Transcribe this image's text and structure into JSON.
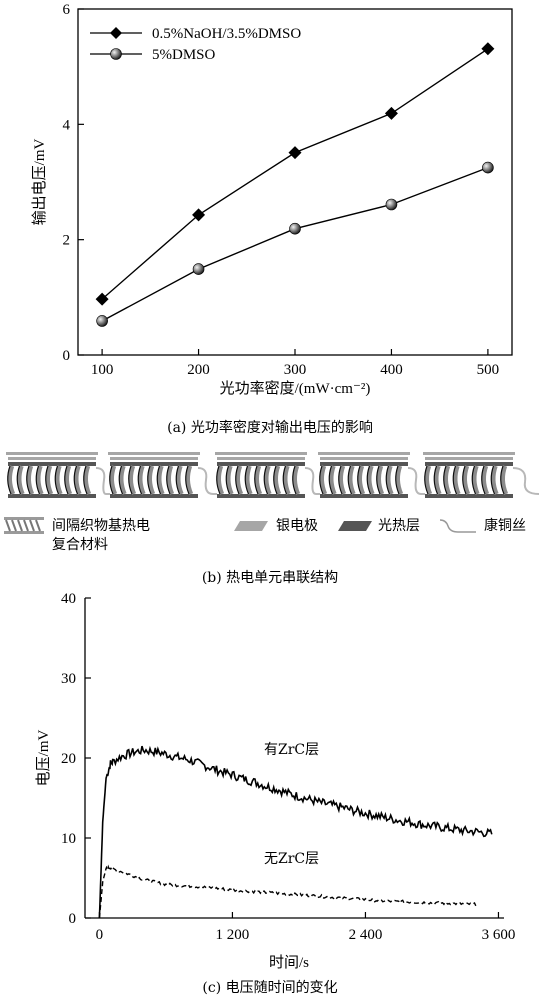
{
  "chart_data": [
    {
      "id": "a",
      "type": "line",
      "caption": "(a)  光功率密度对输出电压的影响",
      "xlabel": "光功率密度/(mW·cm⁻²)",
      "ylabel": "输出电压/mV",
      "xlim": [
        75,
        525
      ],
      "ylim": [
        0,
        6
      ],
      "xticks": [
        "100",
        "200",
        "300",
        "400",
        "500"
      ],
      "yticks": [
        "0",
        "2",
        "4",
        "6"
      ],
      "legend_position": "top-left",
      "x": [
        100,
        200,
        300,
        400,
        500
      ],
      "series": [
        {
          "name": "0.5%NaOH/3.5%DMSO",
          "marker": "diamond",
          "values": [
            0.97,
            2.43,
            3.51,
            4.19,
            5.31
          ]
        },
        {
          "name": "5%DMSO",
          "marker": "sphere",
          "values": [
            0.59,
            1.49,
            2.19,
            2.61,
            3.25
          ]
        }
      ]
    },
    {
      "id": "c",
      "type": "line",
      "caption": "(c)  电压随时间的变化",
      "xlabel": "时间/s",
      "ylabel": "电压/mV",
      "xlim": [
        -130,
        3650
      ],
      "ylim": [
        0,
        40
      ],
      "xticks": [
        "0",
        "1 200",
        "2 400",
        "3 600"
      ],
      "yticks": [
        "0",
        "10",
        "20",
        "30",
        "40"
      ],
      "series": [
        {
          "name": "有ZrC层",
          "style": "solid",
          "x": [
            0,
            30,
            60,
            100,
            150,
            200,
            300,
            400,
            500,
            600,
            700,
            800,
            900,
            1000,
            1100,
            1200,
            1300,
            1400,
            1500,
            1600,
            1700,
            1800,
            1900,
            2000,
            2100,
            2200,
            2300,
            2400,
            2500,
            2600,
            2700,
            2800,
            2900,
            3000,
            3100,
            3200,
            3300,
            3400,
            3500,
            3550
          ],
          "values": [
            0,
            12,
            17.5,
            19.3,
            19.8,
            20.2,
            20.7,
            21.0,
            20.8,
            20.5,
            20.1,
            19.8,
            19.3,
            18.8,
            18.3,
            17.9,
            17.4,
            17.0,
            16.5,
            16.1,
            15.6,
            15.2,
            14.8,
            14.4,
            14.1,
            13.8,
            13.4,
            13.1,
            12.8,
            12.5,
            12.2,
            12.0,
            11.7,
            11.5,
            11.3,
            11.1,
            10.9,
            10.8,
            10.6,
            10.5
          ]
        },
        {
          "name": "无ZrC层",
          "style": "dashed",
          "x": [
            0,
            30,
            60,
            100,
            150,
            200,
            300,
            400,
            500,
            600,
            800,
            1000,
            1200,
            1400,
            1600,
            1800,
            2000,
            2200,
            2400,
            2600,
            2800,
            3000,
            3200,
            3400
          ],
          "values": [
            0,
            4.5,
            6.2,
            6.3,
            6.0,
            5.8,
            5.3,
            4.8,
            4.5,
            4.2,
            4.0,
            3.8,
            3.5,
            3.3,
            3.1,
            2.9,
            2.7,
            2.5,
            2.3,
            2.1,
            2.0,
            1.9,
            1.8,
            1.7
          ]
        }
      ]
    }
  ],
  "structure": {
    "caption": "(b)  热电单元串联结构",
    "legend": {
      "composite": "间隔织物基热电复合材料",
      "composite_line1": "间隔织物基热电",
      "composite_line2": "复合材料",
      "electrode": "银电极",
      "photothermal": "光热层",
      "wire": "康铜丝"
    },
    "colors": {
      "electrode": "#a6a6a6",
      "photothermal": "#555555",
      "fiber": "#8c8c8c",
      "wire": "#b8b8b8"
    }
  }
}
